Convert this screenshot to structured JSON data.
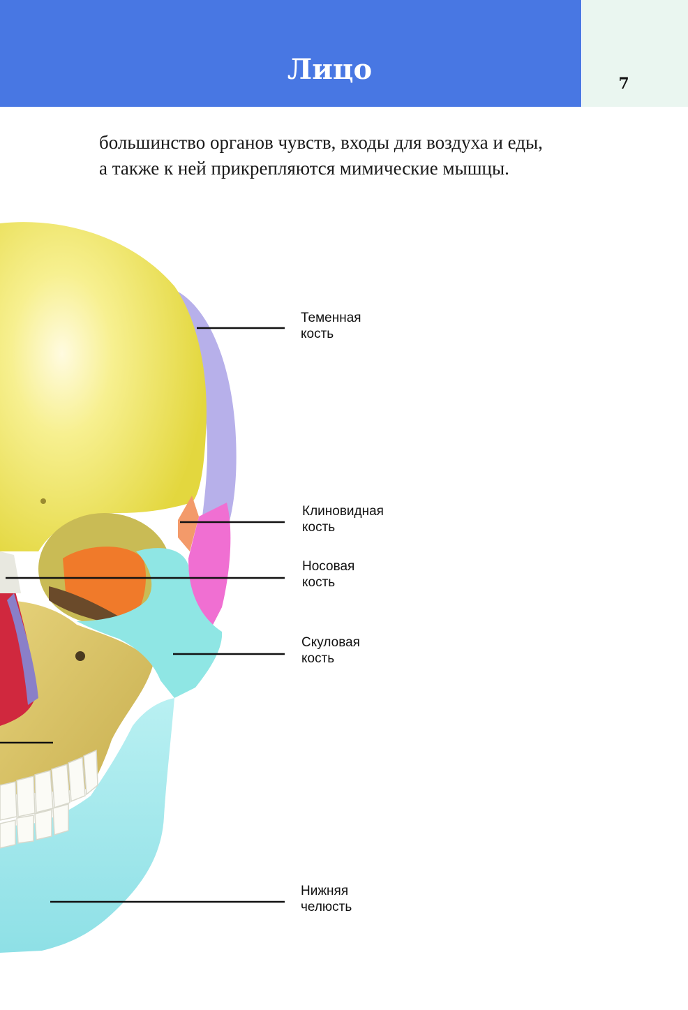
{
  "header": {
    "title": "Лицо",
    "page_number": "7"
  },
  "body_text": {
    "line1": "большинство органов чувств, входы для воздуха и еды,",
    "line2": "а также к ней прикрепляются мимические мышцы."
  },
  "labels": [
    {
      "line1": "Теменная",
      "line2": "кость"
    },
    {
      "line1": "Клиновидная",
      "line2": "кость"
    },
    {
      "line1": "Носовая",
      "line2": "кость"
    },
    {
      "line1": "Скуловая",
      "line2": "кость"
    },
    {
      "line1": "Нижняя",
      "line2": "челюсть"
    }
  ],
  "colors": {
    "header_blue": "#4877e3",
    "tab_green": "#eaf6f0",
    "parietal_bone": "#b7b0ea",
    "frontal_bone": "#f3ea6a",
    "sphenoid_bone": "#f06fd2",
    "zygomatic_bone": "#8fe6e4",
    "mandible": "#a9ecf0",
    "maxilla": "#d9c46b"
  }
}
